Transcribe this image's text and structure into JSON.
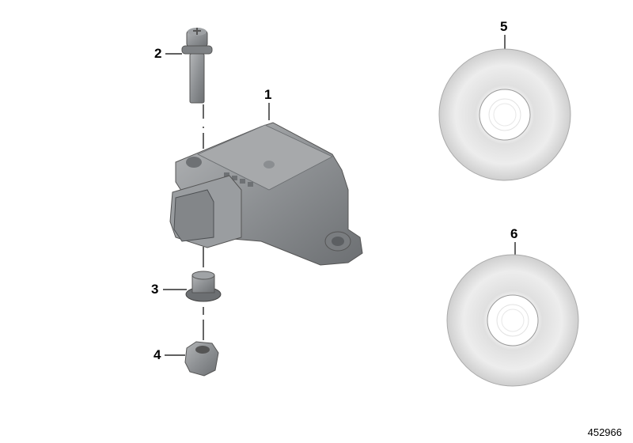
{
  "diagram": {
    "callouts": [
      {
        "number": "1",
        "part": "sensor-module"
      },
      {
        "number": "2",
        "part": "screw"
      },
      {
        "number": "3",
        "part": "washer-nut"
      },
      {
        "number": "4",
        "part": "hex-nut"
      },
      {
        "number": "5",
        "part": "disc"
      },
      {
        "number": "6",
        "part": "disc"
      }
    ],
    "reference_number": "452966",
    "colors": {
      "part_gray": "#8a8d90",
      "disc_silver": "#d6d6d6",
      "line": "#000000"
    }
  }
}
